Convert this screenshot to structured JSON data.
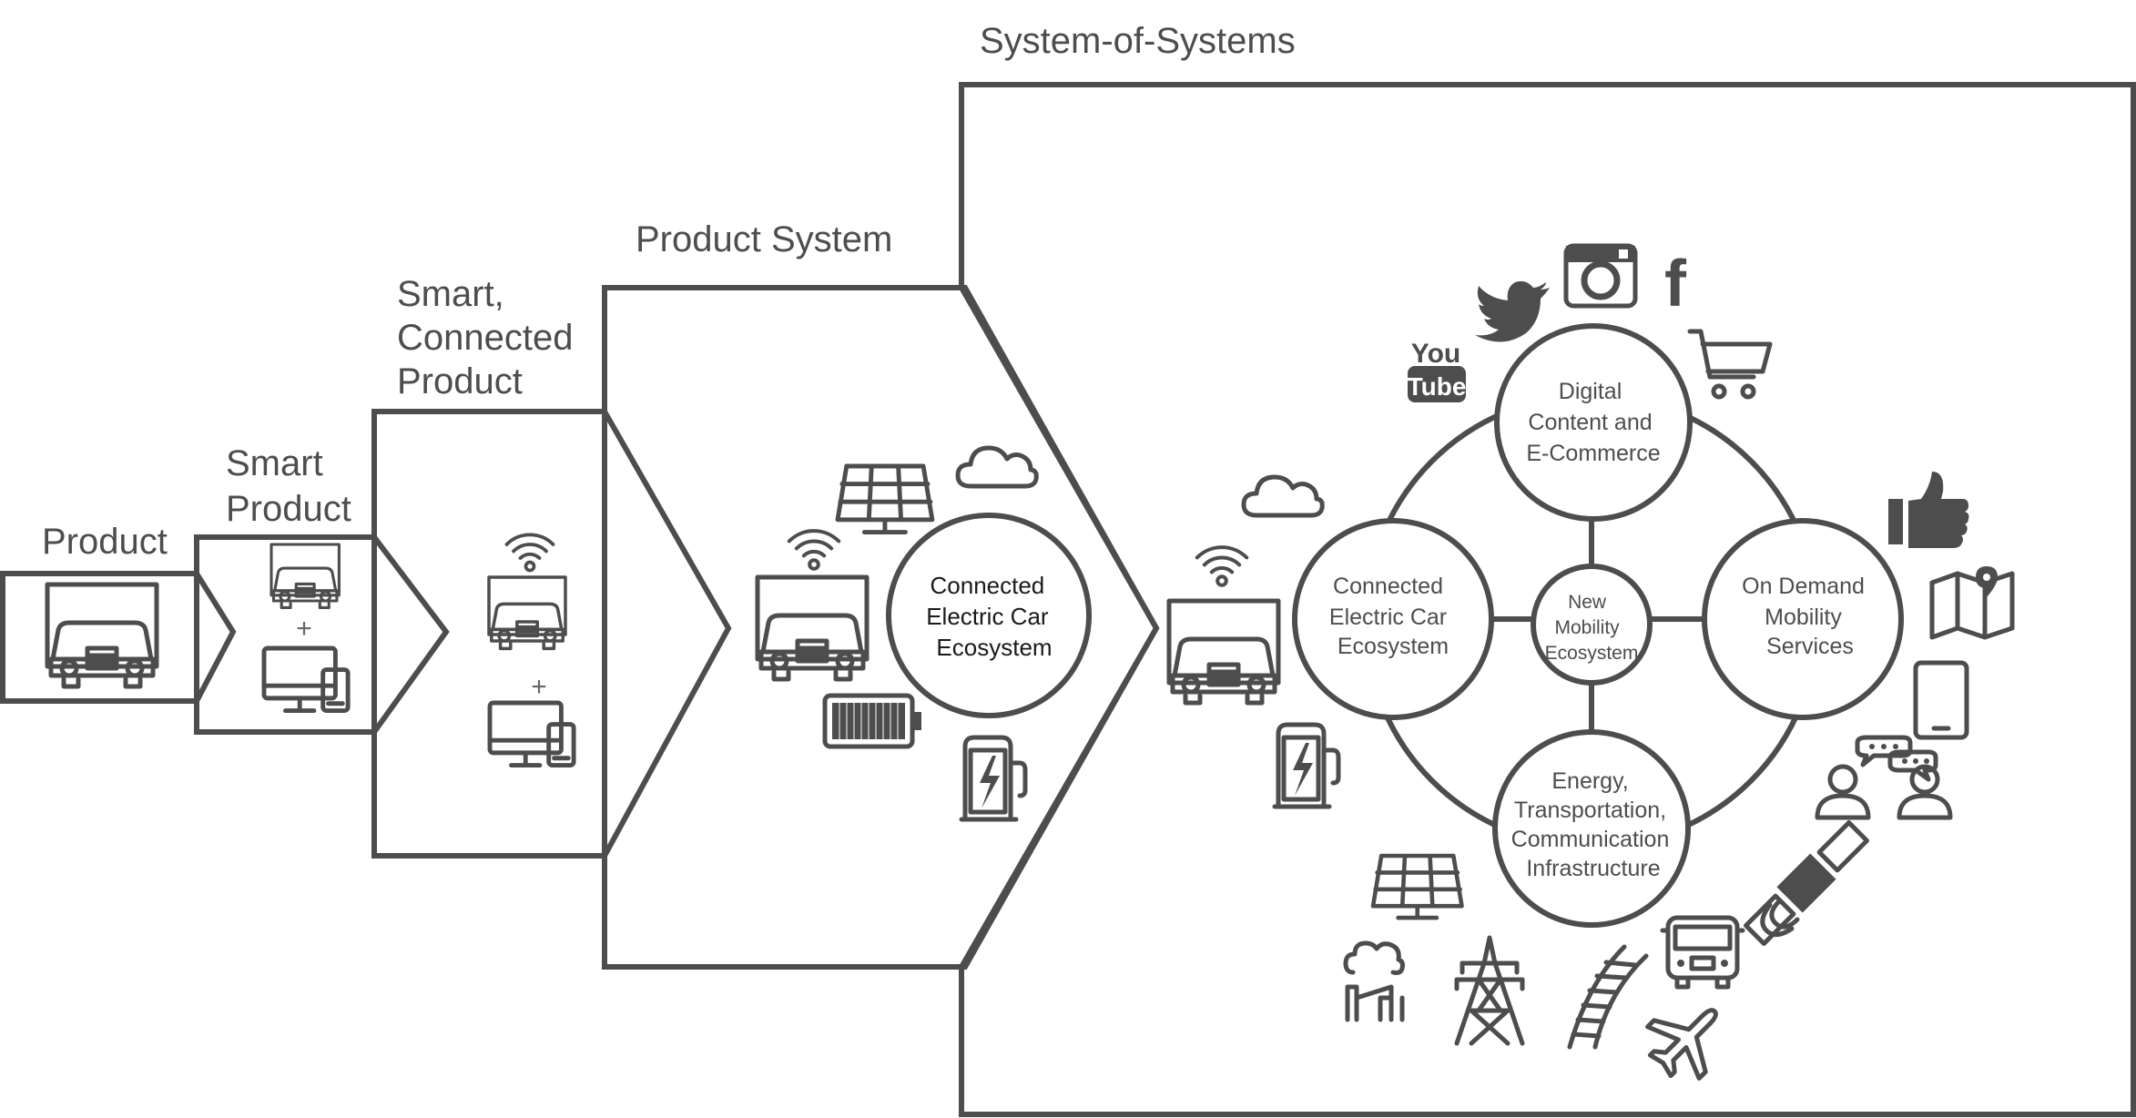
{
  "stages": [
    {
      "id": "product",
      "lines": [
        "Product"
      ]
    },
    {
      "id": "smart-product",
      "lines": [
        "Smart",
        "Product"
      ]
    },
    {
      "id": "smart-connected-product",
      "lines": [
        "Smart,",
        "Connected",
        "Product"
      ]
    },
    {
      "id": "product-system",
      "lines": [
        "Product System"
      ]
    }
  ],
  "system_of_systems": {
    "title": "System-of-Systems"
  },
  "product_system_node": {
    "lines": [
      "Connected",
      "Electric Car",
      "Ecosystem"
    ]
  },
  "sos_nodes": {
    "center": {
      "lines": [
        "New",
        "Mobility",
        "Ecosystem"
      ]
    },
    "top": {
      "lines": [
        "Digital",
        "Content and",
        "E-Commerce"
      ]
    },
    "left": {
      "lines": [
        "Connected",
        "Electric Car",
        "Ecosystem"
      ]
    },
    "right": {
      "lines": [
        "On Demand",
        "Mobility",
        "Services"
      ]
    },
    "bottom": {
      "lines": [
        "Energy,",
        "Transportation,",
        "Communication",
        "Infrastructure"
      ]
    }
  },
  "plus_sign": "+",
  "youtube_logo": {
    "line1": "You",
    "line2": "Tube"
  },
  "facebook_logo": "f",
  "icons": [
    "truck-icon",
    "wifi-icon",
    "monitor-icon",
    "tablet-icon",
    "solar-panel-icon",
    "cloud-icon",
    "battery-icon",
    "charging-station-icon",
    "twitter-icon",
    "instagram-icon",
    "facebook-icon",
    "youtube-icon",
    "shopping-cart-icon",
    "thumbs-up-icon",
    "map-icon",
    "tablet-device-icon",
    "chat-users-icon",
    "satellite-icon",
    "bus-icon",
    "airplane-icon",
    "railway-icon",
    "power-tower-icon",
    "factory-icon"
  ],
  "colors": {
    "stroke": "#4d4d4d",
    "background": "#ffffff"
  }
}
